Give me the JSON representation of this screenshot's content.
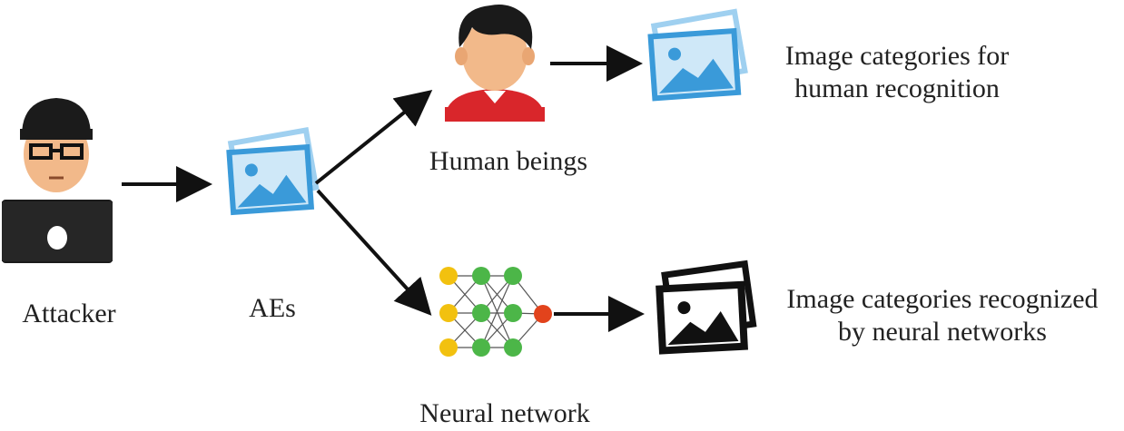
{
  "labels": {
    "attacker": "Attacker",
    "aes": "AEs",
    "human_beings": "Human beings",
    "neural_network": "Neural network",
    "human_output": [
      "Image categories for",
      "human recognition"
    ],
    "nn_output": [
      "Image categories recognized",
      "by neural networks"
    ]
  },
  "icons": {
    "attacker": "hacker-icon",
    "aes": "image-stack-icon",
    "human": "person-icon",
    "neural_network": "neural-network-icon",
    "human_output": "image-stack-icon",
    "nn_output": "image-stack-icon"
  },
  "colors": {
    "image_blue": "#3a9ad9",
    "image_blue_light": "#9fd0f0",
    "image_black": "#111111",
    "input_node": "#f2c10f",
    "hidden_node": "#4cb648",
    "output_node": "#e2431c",
    "shirt": "#d9262b",
    "skin": "#f2b98a",
    "hair": "#1a1a1a",
    "arrow": "#111111"
  }
}
